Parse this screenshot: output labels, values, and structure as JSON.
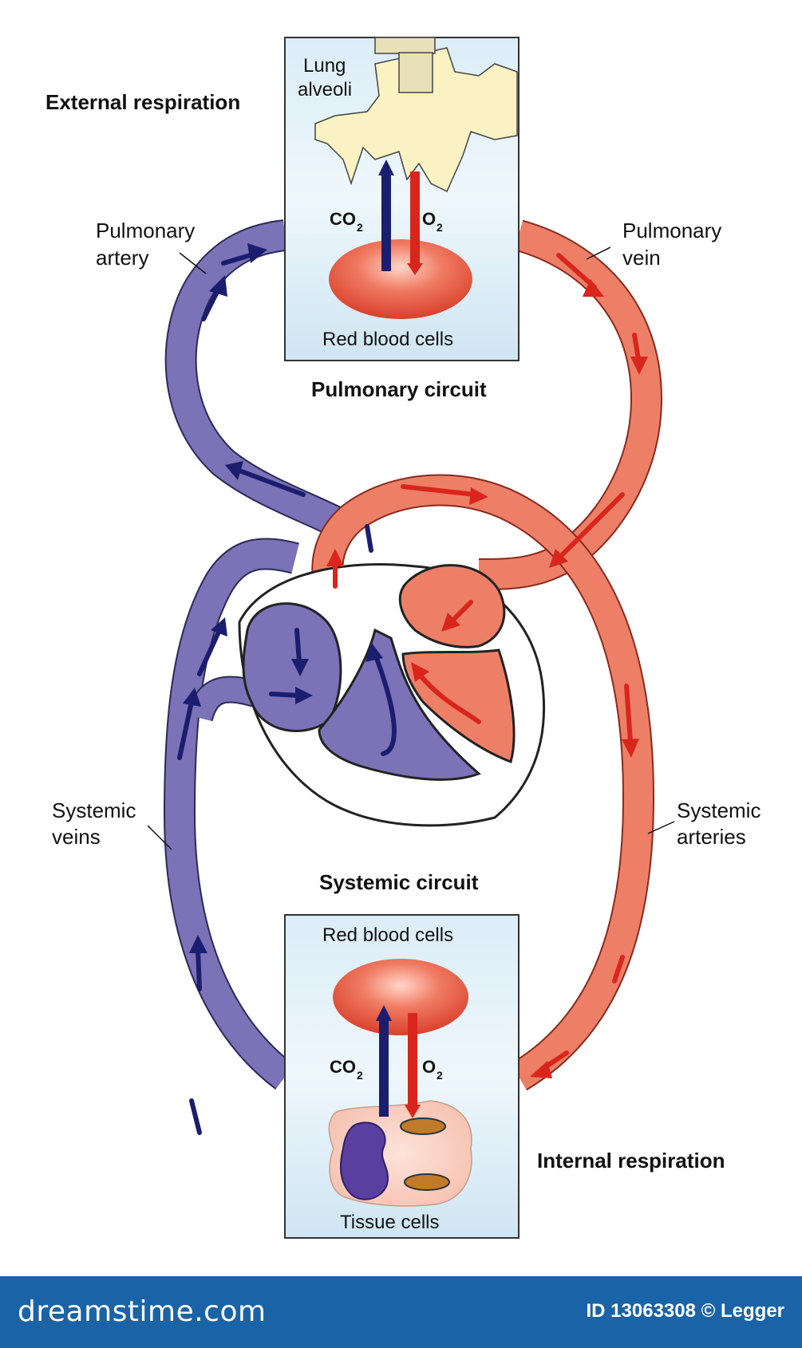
{
  "labels": {
    "external_respiration": "External respiration",
    "lung_alveoli_line1": "Lung",
    "lung_alveoli_line2": "alveoli",
    "co2": "CO",
    "co2_sub": "2",
    "o2": "O",
    "o2_sub": "2",
    "red_blood_cells_top": "Red blood cells",
    "pulmonary_artery_line1": "Pulmonary",
    "pulmonary_artery_line2": "artery",
    "pulmonary_vein_line1": "Pulmonary",
    "pulmonary_vein_line2": "vein",
    "pulmonary_circuit": "Pulmonary circuit",
    "systemic_veins_line1": "Systemic",
    "systemic_veins_line2": "veins",
    "systemic_arteries_line1": "Systemic",
    "systemic_arteries_line2": "arteries",
    "systemic_circuit": "Systemic circuit",
    "red_blood_cells_bottom": "Red blood cells",
    "internal_respiration": "Internal respiration",
    "tissue_cells": "Tissue cells"
  },
  "footer": {
    "logo": "dreamstime.com",
    "id_text": "ID 13063308 © Legger"
  },
  "colors": {
    "deoxygenated": "#7b72b8",
    "oxygenated": "#ee7f67",
    "dark_arrow": "#1b1e6e",
    "red_arrow": "#d9261c",
    "box_fill": "#d8ebf5",
    "footer_bg": "#1a63a6"
  }
}
